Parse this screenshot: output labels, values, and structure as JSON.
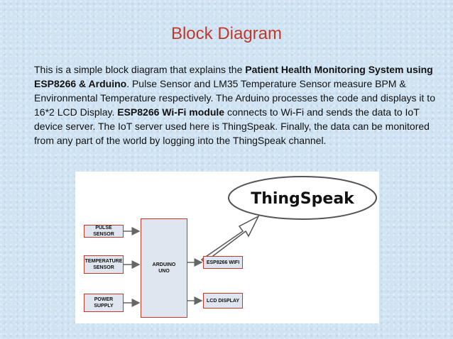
{
  "slide": {
    "title": "Block Diagram",
    "paragraph": {
      "p1": "This is a simple block diagram that explains the ",
      "b1": "Patient Health Monitoring System using ESP8266 & Arduino",
      "p2": ". Pulse Sensor and LM35 Temperature Sensor measure BPM & Environmental Temperature respectively. The Arduino processes the code and displays it to 16*2 LCD Display. ",
      "b2": "ESP8266 Wi-Fi module",
      "p3": " connects to Wi-Fi and sends the data to IoT device server. The IoT server used here is ThingSpeak. Finally, the data can be monitored from any part of the world by logging into the ThingSpeak channel."
    }
  },
  "diagram": {
    "cloud_label": "ThingSpeak",
    "blocks": {
      "pulse_sensor": "PULSE SENSOR",
      "temperature_sensor": "TEMPERATURE SENSOR",
      "power_supply": "POWER SUPPLY",
      "arduino": "ARDUINO UNO",
      "esp8266": "ESP8266 WIFI",
      "lcd": "LCD DISPLAY"
    },
    "colors": {
      "block_border": "#c0392b",
      "block_fill": "#dfe6f0",
      "title": "#c0392b"
    }
  }
}
